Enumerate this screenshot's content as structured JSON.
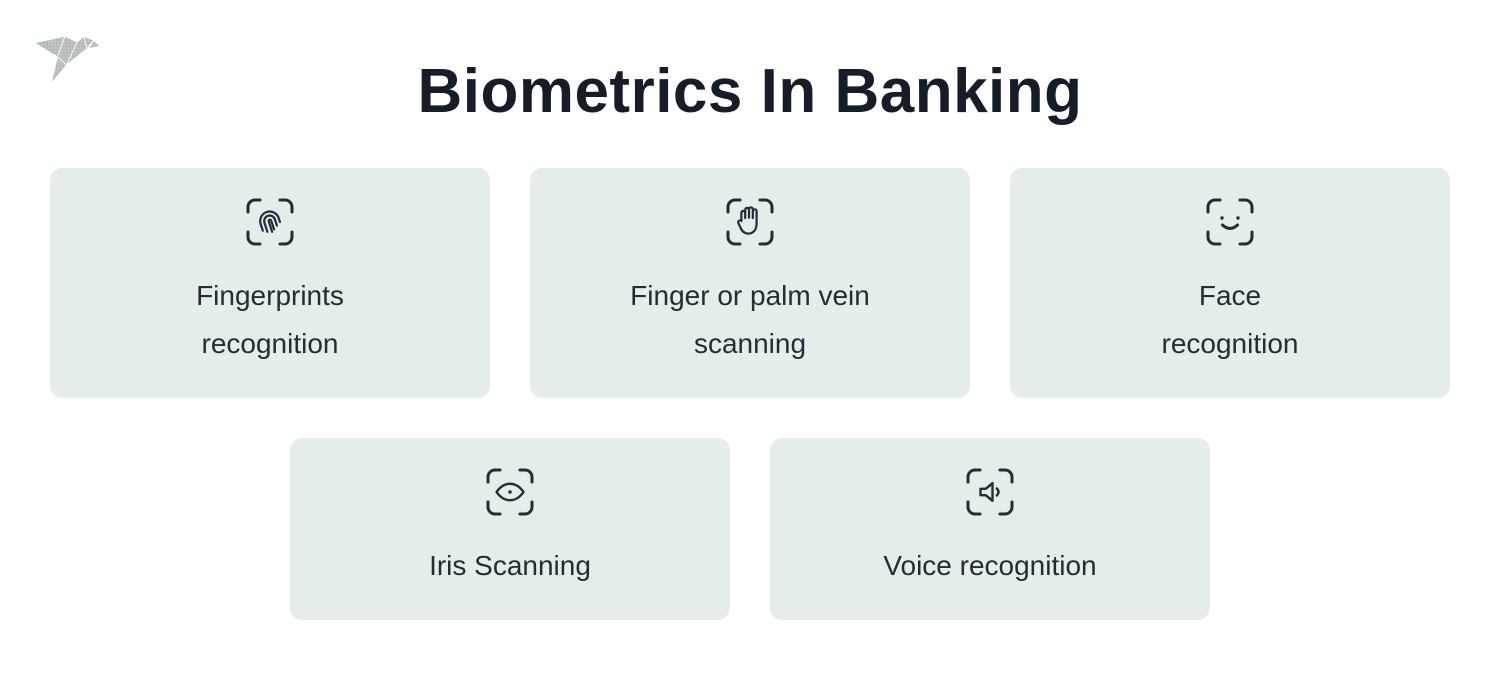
{
  "page": {
    "title": "Biometrics In Banking"
  },
  "logo": {
    "icon": "origami-bird-logo"
  },
  "colors": {
    "title_ink": "#161d29",
    "ink": "#212d38",
    "card_bg": "#e5edeb",
    "logo_gray": "#b6bcbe",
    "page_bg": "#ffffff"
  },
  "cards": [
    {
      "label": "Fingerprints\nrecognition",
      "icon": "fingerprint-scan-icon"
    },
    {
      "label": "Finger or palm vein\nscanning",
      "icon": "palm-scan-icon"
    },
    {
      "label": "Face\nrecognition",
      "icon": "face-scan-icon"
    },
    {
      "label": "Iris Scanning",
      "icon": "iris-scan-icon"
    },
    {
      "label": "Voice recognition",
      "icon": "voice-scan-icon"
    }
  ]
}
